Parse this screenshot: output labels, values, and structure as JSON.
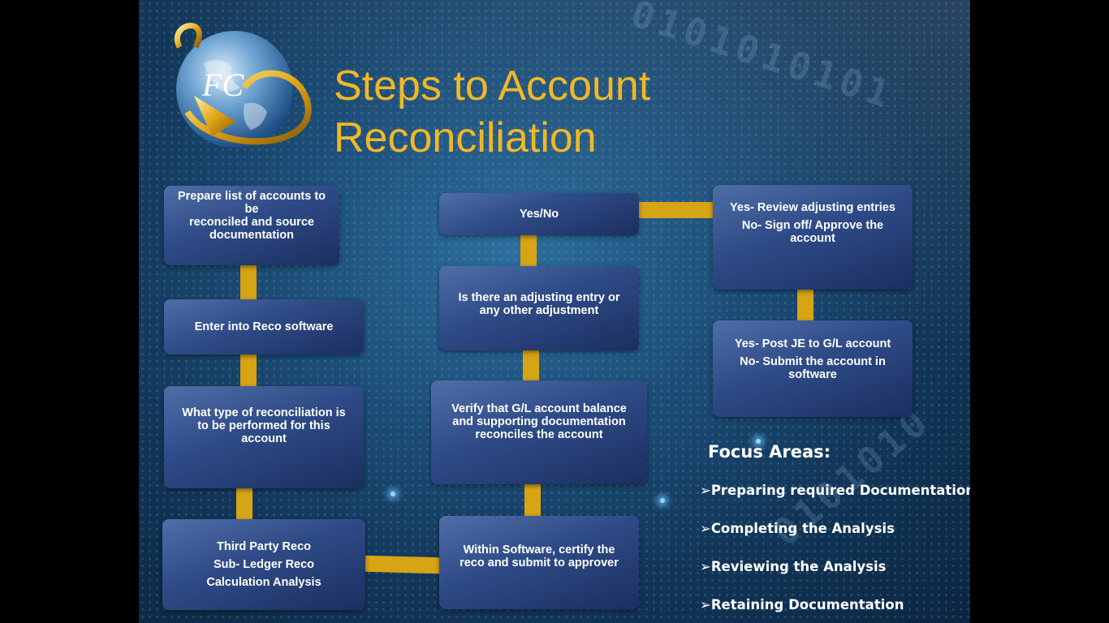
{
  "title": "Steps to Account Reconciliation",
  "logo": {
    "text": "FC"
  },
  "flow": {
    "prepare": [
      "Prepare list of accounts to be",
      "reconciled and  source",
      "documentation"
    ],
    "enter": [
      "Enter into Reco software"
    ],
    "type": [
      "What type of reconciliation  is",
      "to be performed for this",
      "account"
    ],
    "options": [
      "Third Party Reco",
      "Sub- Ledger Reco",
      "Calculation Analysis"
    ],
    "certify": [
      "Within Software, certify the",
      "reco and submit to approver"
    ],
    "verify": [
      "Verify that G/L account balance",
      "and supporting documentation",
      "reconciles the account"
    ],
    "adjusting": [
      "Is there an adjusting entry or",
      "any other adjustment"
    ],
    "yesno": [
      "Yes/No"
    ],
    "review": [
      "Yes- Review adjusting entries",
      "No- Sign off/ Approve the",
      "account"
    ],
    "post": [
      "Yes- Post JE to G/L account",
      "No-  Submit the account in",
      "software"
    ]
  },
  "focus": {
    "title": "Focus Areas:",
    "items": [
      "➢Preparing required  Documentation",
      "➢Completing the Analysis",
      "➢Reviewing the Analysis",
      "➢Retaining Documentation"
    ]
  },
  "colors": {
    "accent": "#f0b825",
    "connector": "#d6a414",
    "box": "#2e4a86"
  }
}
